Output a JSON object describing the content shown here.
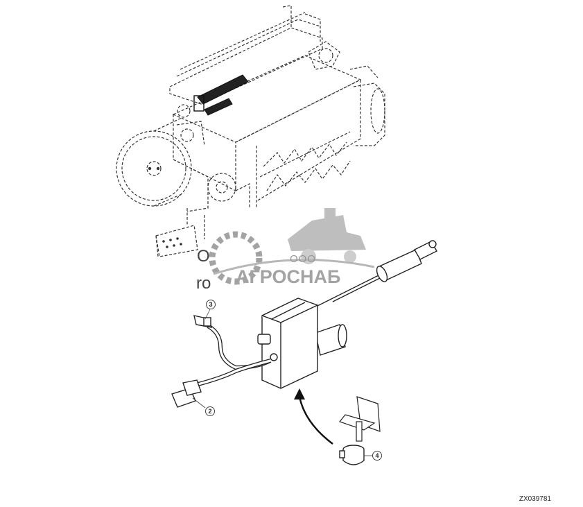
{
  "diagram": {
    "drawing_code": "ZX039781",
    "callouts": [
      {
        "id": "callout-2",
        "label": "2"
      },
      {
        "id": "callout-3",
        "label": "3"
      },
      {
        "id": "callout-4",
        "label": "4"
      }
    ],
    "background_fragments": [
      "O",
      "ro"
    ]
  },
  "watermark": {
    "company_prefix": "ООО",
    "company_name": "АГРОСНАБ"
  }
}
